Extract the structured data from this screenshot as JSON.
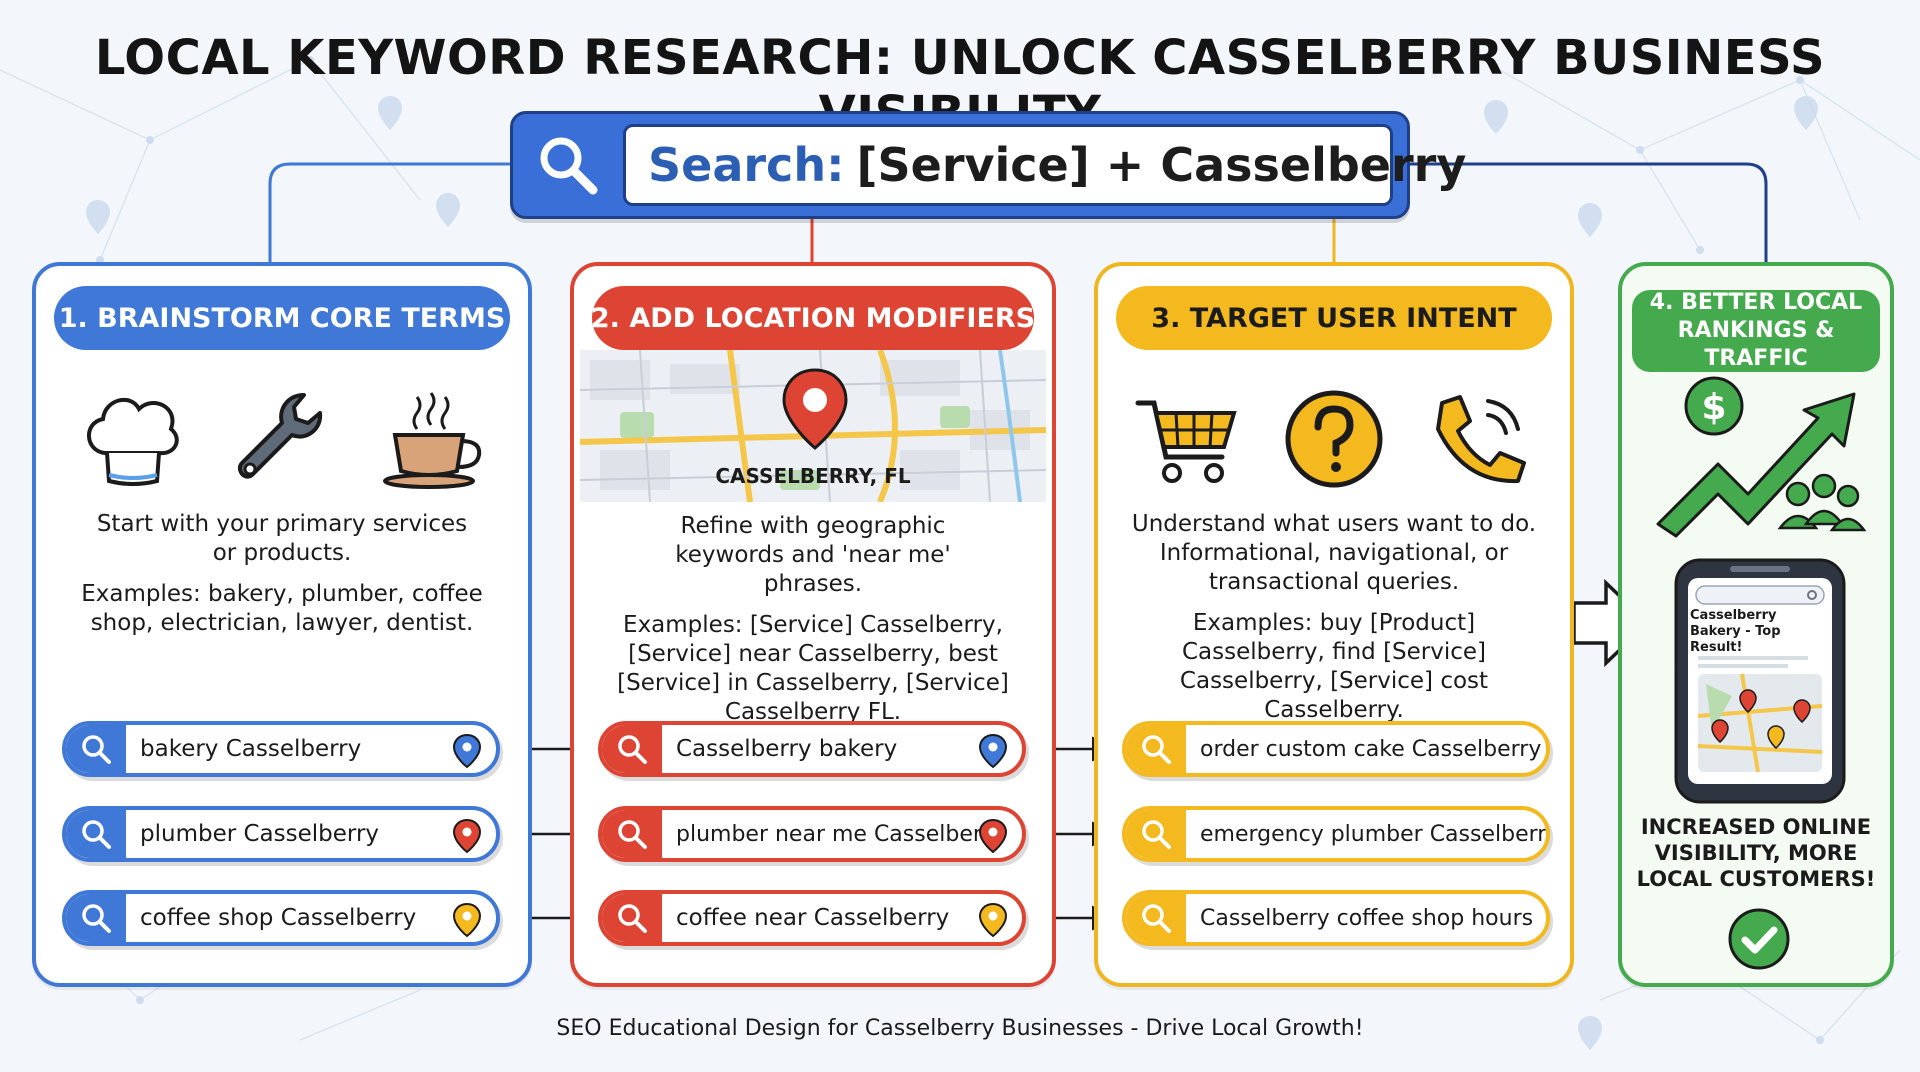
{
  "title": "LOCAL KEYWORD RESEARCH: UNLOCK CASSELBERRY BUSINESS VISIBILITY",
  "search": {
    "label": "Search:",
    "query": "[Service] + Casselberry"
  },
  "colors": {
    "blue": "#3f78d6",
    "red": "#dd4433",
    "yellow": "#f4b91f",
    "green": "#45a94e"
  },
  "panels": [
    {
      "header": "1. BRAINSTORM CORE TERMS",
      "icons": [
        "chef-hat-icon",
        "wrench-icon",
        "coffee-cup-icon"
      ],
      "desc": "Start with your primary services or products.",
      "examples": "Examples: bakery, plumber, coffee shop, electrician, lawyer, dentist.",
      "keywords": [
        {
          "text": "bakery Casselberry",
          "pin": "blue"
        },
        {
          "text": "plumber Casselberry",
          "pin": "red"
        },
        {
          "text": "coffee shop Casselberry",
          "pin": "yellow"
        }
      ]
    },
    {
      "header": "2. ADD LOCATION MODIFIERS",
      "map_label": "CASSELBERRY, FL",
      "desc": "Refine with geographic keywords and 'near me' phrases.",
      "examples": "Examples: [Service] Casselberry, [Service] near Casselberry, best [Service] in Casselberry, [Service] Casselberry FL.",
      "keywords": [
        {
          "text": "Casselberry bakery",
          "pin": "blue"
        },
        {
          "text": "plumber near me Casselberry",
          "pin": "red"
        },
        {
          "text": "coffee near Casselberry",
          "pin": "yellow"
        }
      ]
    },
    {
      "header": "3. TARGET USER INTENT",
      "icons": [
        "shopping-cart-icon",
        "question-mark-icon",
        "phone-call-icon"
      ],
      "desc": "Understand what users want to do. Informational, navigational, or transactional queries.",
      "examples": "Examples: buy [Product] Casselberry, find [Service] Casselberry, [Service] cost Casselberry.",
      "keywords": [
        {
          "text": "order custom cake Casselberry"
        },
        {
          "text": "emergency plumber Casselberry"
        },
        {
          "text": "Casselberry coffee shop hours"
        }
      ]
    },
    {
      "header": "4. BETTER LOCAL RANKINGS & TRAFFIC",
      "phone_caption": "Casselberry Bakery - Top Result!",
      "result": "INCREASED ONLINE VISIBILITY, MORE LOCAL CUSTOMERS!"
    }
  ],
  "footer": "SEO Educational Design for Casselberry Businesses - Drive Local Growth!"
}
